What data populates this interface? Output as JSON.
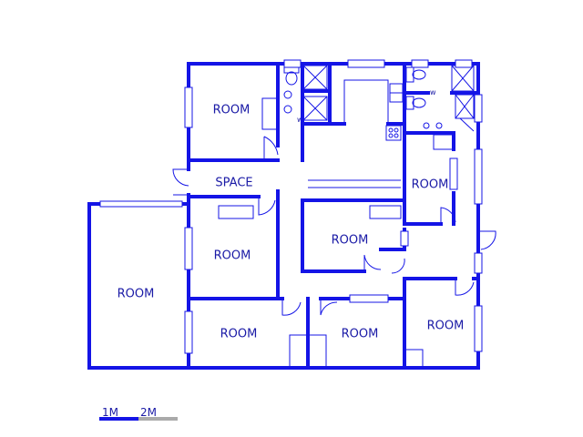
{
  "rooms": [
    {
      "label": "ROOM"
    },
    {
      "label": "SPACE"
    },
    {
      "label": "ROOM"
    },
    {
      "label": "ROOM"
    },
    {
      "label": "ROOM"
    },
    {
      "label": "ROOM"
    },
    {
      "label": "ROOM"
    },
    {
      "label": "ROOM"
    },
    {
      "label": "ROOM"
    }
  ],
  "scale": {
    "label_1": "1M",
    "label_2": "2M"
  },
  "colors": {
    "wall": "#1414e6",
    "text": "#1a1aa6",
    "scale_secondary": "#aaaaaa"
  }
}
